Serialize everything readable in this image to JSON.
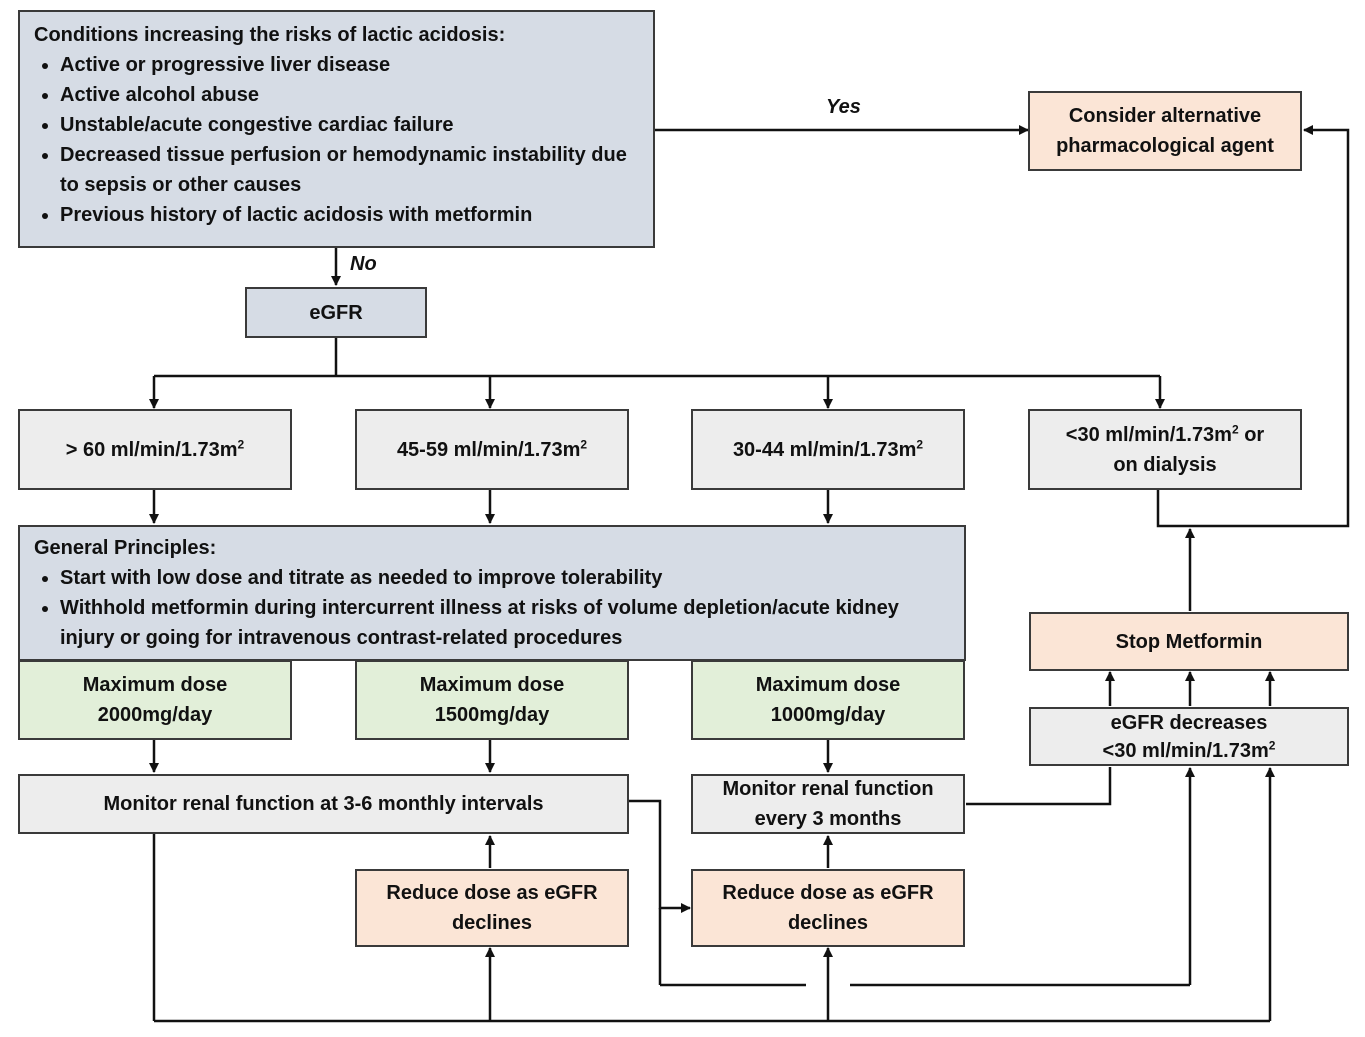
{
  "conditions": {
    "title": "Conditions increasing the risks of lactic acidosis:",
    "items": [
      "Active or progressive liver disease",
      "Active alcohol abuse",
      "Unstable/acute congestive cardiac failure",
      "Decreased tissue perfusion or hemodynamic instability due to sepsis or other causes",
      "Previous history of lactic acidosis with metformin"
    ]
  },
  "yes_label": "Yes",
  "no_label": "No",
  "alternative": [
    "Consider alternative",
    "pharmacological agent"
  ],
  "egfr": "eGFR",
  "bands": {
    "gt60": {
      "text": "> 60 ml/min/1.73m",
      "sup": "2"
    },
    "b45_59": {
      "text": "45-59 ml/min/1.73m",
      "sup": "2"
    },
    "b30_44": {
      "text": "30-44 ml/min/1.73m",
      "sup": "2"
    },
    "lt30": {
      "text": "<30 ml/min/1.73m",
      "sup": "2",
      "suffix": " or",
      "line2": "on dialysis"
    }
  },
  "principles": {
    "title": "General Principles:",
    "items": [
      "Start with low dose and titrate as needed to improve tolerability",
      "Withhold metformin during intercurrent illness at risks of volume depletion/acute kidney injury or going for intravenous contrast-related procedures"
    ]
  },
  "max_doses": [
    [
      "Maximum dose",
      "2000mg/day"
    ],
    [
      "Maximum dose",
      "1500mg/day"
    ],
    [
      "Maximum dose",
      "1000mg/day"
    ]
  ],
  "monitor_3_6": "Monitor renal function at 3-6 monthly intervals",
  "monitor_3m": [
    "Monitor renal function",
    "every 3 months"
  ],
  "reduce_dose": [
    "Reduce dose as eGFR",
    "declines"
  ],
  "stop_metformin": "Stop Metformin",
  "egfr_decreases": {
    "line1": "eGFR decreases",
    "line2": "<30 ml/min/1.73m",
    "sup": "2"
  }
}
